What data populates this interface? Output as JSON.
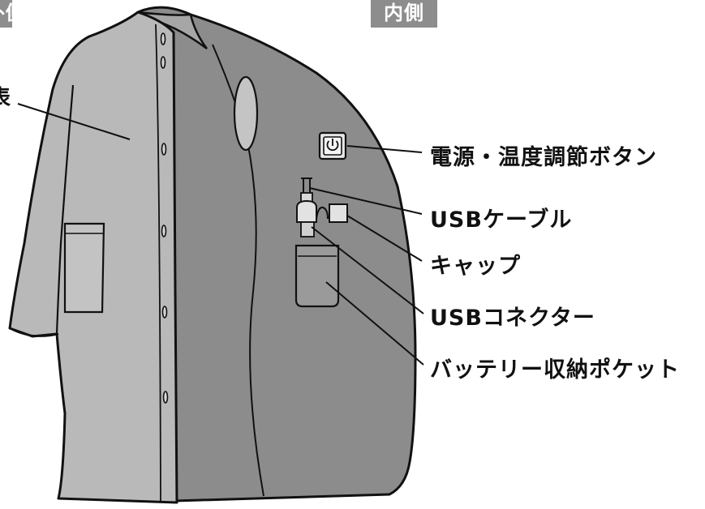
{
  "tabs": {
    "outer": "外側",
    "inner": "内側"
  },
  "labels": {
    "outer_fabric_partial": "表",
    "power_button": "電源・温度調節ボタン",
    "usb_cable": "USBケーブル",
    "cap": "キャップ",
    "usb_connector": "USBコネクター",
    "battery_pocket": "バッテリー収納ポケット"
  },
  "colors": {
    "outer_shell": "#b9b9b9",
    "inner_lining": "#8c8c8c",
    "outline": "#111111",
    "tab_bg": "#8d8d8d"
  }
}
